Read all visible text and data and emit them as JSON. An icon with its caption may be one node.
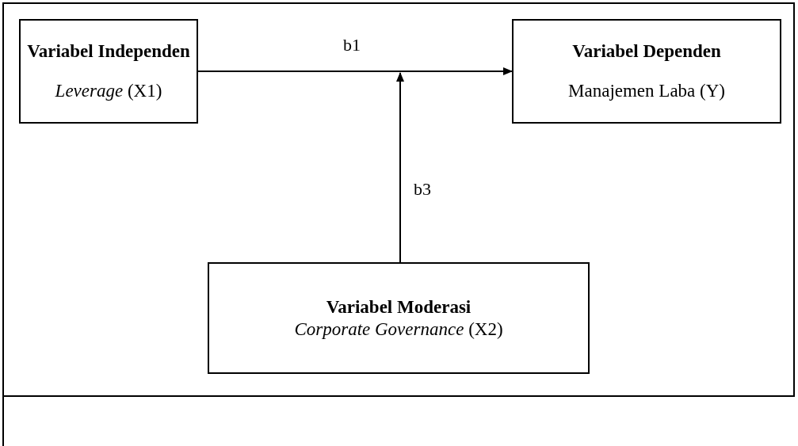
{
  "diagram": {
    "nodes": [
      {
        "text": [
          "Variabel Independen",
          "*Leverage* (X1)"
        ]
      },
      {
        "text": [
          "Variabel Dependen",
          "Manajemen Laba (Y)"
        ]
      },
      {
        "text": [
          "Variabel Moderasi",
          "*Corporate Governance* (X2)"
        ]
      }
    ],
    "edges": [
      {
        "from": 0,
        "to": 1,
        "arrow": "to",
        "label": "b1"
      },
      {
        "from": 2,
        "to": null,
        "arrow": "to",
        "label": "b3"
      }
    ]
  }
}
